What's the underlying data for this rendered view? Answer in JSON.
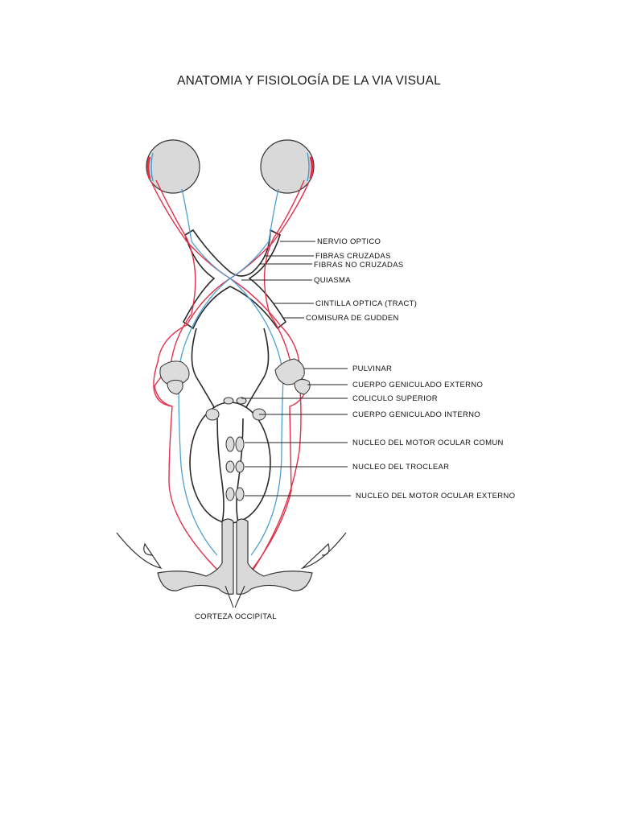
{
  "title": "ANATOMIA Y FISIOLOGÍA DE LA VIA VISUAL",
  "labels": {
    "nervio_optico": "NERVIO OPTICO",
    "fibras_cruzadas": "FIBRAS CRUZADAS",
    "fibras_no_cruzadas": "FIBRAS NO CRUZADAS",
    "quiasma": "QUIASMA",
    "cintilla_optica": "CINTILLA OPTICA (TRACT)",
    "comisura_gudden": "COMISURA  DE GUDDEN",
    "pulvinar": "PULVINAR",
    "cuerpo_geniculado_externo": "CUERPO GENICULADO EXTERNO",
    "coliculo_superior": "COLICULO SUPERIOR",
    "cuerpo_geniculado_interno": "CUERPO GENICULADO INTERNO",
    "nucleo_motor_ocular_comun": "NUCLEO DEL  MOTOR OCULAR COMUN",
    "nucleo_troclear": "NUCLEO DEL TROCLEAR",
    "nucleo_motor_ocular_externo": "NUCLEO DEL MOTOR OCULAR EXTERNO",
    "corteza_occipital": "CORTEZA OCCIPITAL"
  },
  "colors": {
    "crossed_fibers": "#e0304a",
    "uncrossed_fibers": "#4aa0d0",
    "structure": "#2a2a2a"
  }
}
